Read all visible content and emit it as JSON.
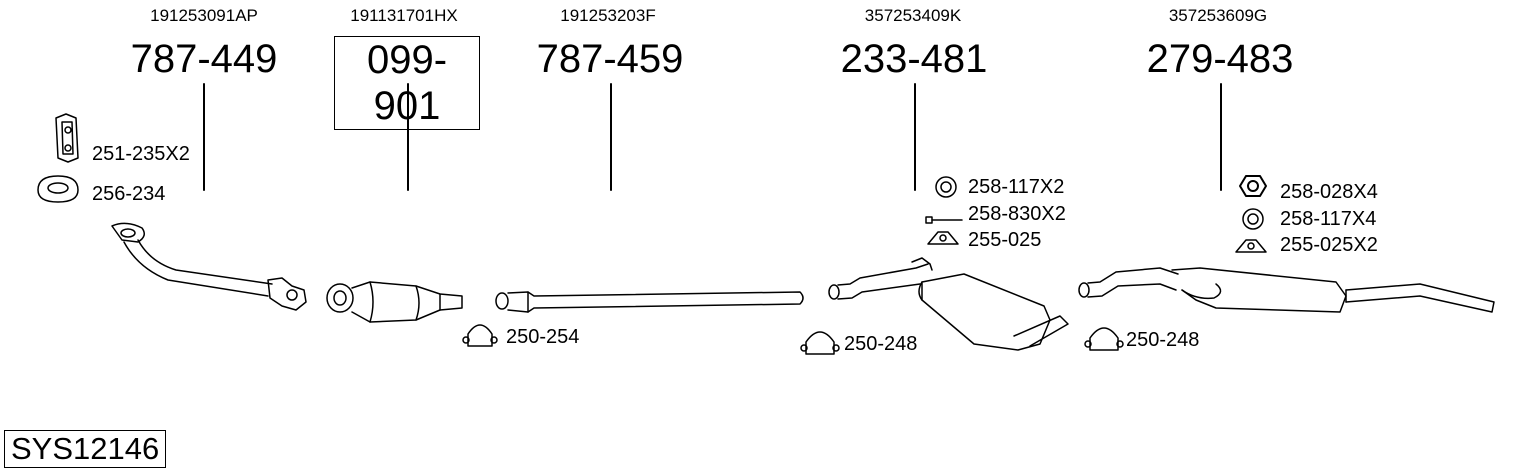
{
  "assembly": {
    "system_id": "SYS12146",
    "parts": [
      {
        "oem": "191253091AP",
        "number": "787-449"
      },
      {
        "oem": "191131701HX",
        "number": "099-901"
      },
      {
        "oem": "191253203F",
        "number": "787-459"
      },
      {
        "oem": "357253409K",
        "number": "233-481"
      },
      {
        "oem": "357253609G",
        "number": "279-483"
      }
    ],
    "accessories": [
      {
        "label": "251-235X2",
        "icon": "bracket-icon"
      },
      {
        "label": "256-234",
        "icon": "gasket-ring-icon"
      },
      {
        "label": "250-254",
        "icon": "clamp-icon"
      },
      {
        "label": "258-117X2",
        "icon": "ring-icon"
      },
      {
        "label": "258-830X2",
        "icon": "bolt-icon"
      },
      {
        "label": "255-025",
        "icon": "rubber-mount-icon"
      },
      {
        "label": "250-248",
        "icon": "clamp-icon"
      },
      {
        "label": "258-028X4",
        "icon": "hex-nut-icon"
      },
      {
        "label": "258-117X4",
        "icon": "ring-icon"
      },
      {
        "label": "255-025X2",
        "icon": "rubber-mount-icon"
      },
      {
        "label": "250-248",
        "icon": "clamp-icon"
      }
    ]
  }
}
